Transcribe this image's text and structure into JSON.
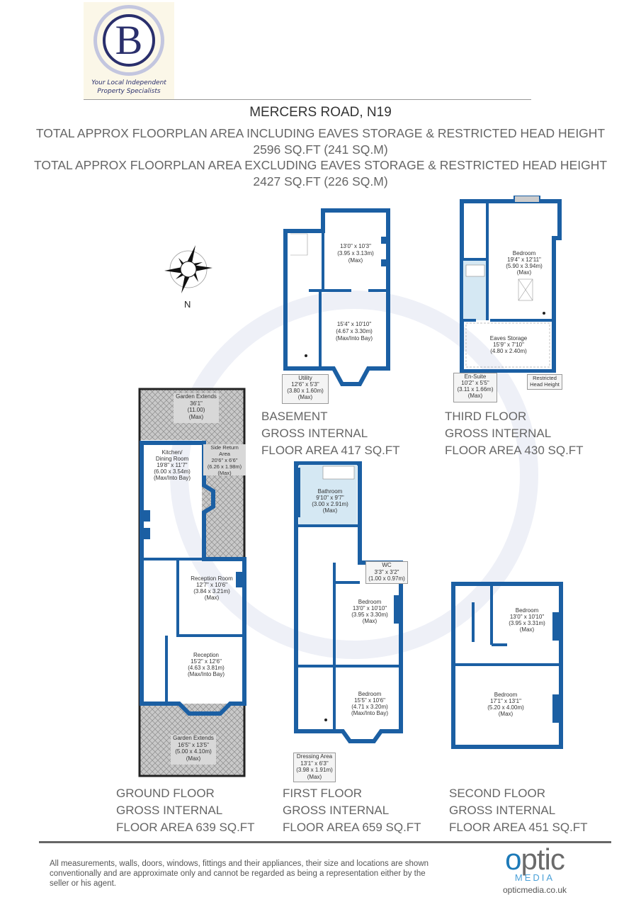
{
  "brand": {
    "logo_letter": "B",
    "tagline_line1": "Your Local Independent",
    "tagline_line2": "Property Specialists",
    "colors": {
      "navy": "#2a2f6c",
      "ring": "#c3c6df",
      "cream": "#fbf7e8"
    }
  },
  "header": {
    "title": "MERCERS ROAD, N19",
    "including_label": "TOTAL APPROX FLOORPLAN AREA INCLUDING EAVES STORAGE & RESTRICTED HEAD HEIGHT",
    "including_value": "2596 SQ.FT (241 SQ.M)",
    "excluding_label": "TOTAL APPROX FLOORPLAN AREA EXCLUDING EAVES STORAGE & RESTRICTED HEAD HEIGHT",
    "excluding_value": "2427 SQ.FT (226 SQ.M)"
  },
  "compass": {
    "north_label": "N"
  },
  "wall_color": "#1b5fa3",
  "floors": {
    "basement": {
      "line1": "BASEMENT",
      "line2": "GROSS INTERNAL",
      "line3": "FLOOR AREA 417 SQ.FT",
      "rooms": [
        {
          "name": "",
          "dims_imp": "13'0\" x 10'3\"",
          "dims_met": "(3.95 x 3.13m)",
          "note": "(Max)"
        },
        {
          "name": "",
          "dims_imp": "15'4\" x 10'10\"",
          "dims_met": "(4.67 x 3.30m)",
          "note": "(Max/Into Bay)"
        },
        {
          "name": "Utility",
          "dims_imp": "12'6\" x 5'3\"",
          "dims_met": "(3.80 x 1.60m)",
          "note": "(Max)"
        }
      ]
    },
    "third": {
      "line1": "THIRD FLOOR",
      "line2": "GROSS INTERNAL",
      "line3": "FLOOR AREA 430 SQ.FT",
      "rooms": [
        {
          "name": "Bedroom",
          "dims_imp": "19'4\" x 12'11\"",
          "dims_met": "(5.90 x 3.94m)",
          "note": "(Max)"
        },
        {
          "name": "Eaves Storage",
          "dims_imp": "15'9\" x 7'10\"",
          "dims_met": "(4.80 x 2.40m)",
          "note": ""
        },
        {
          "name": "En-Suite",
          "dims_imp": "10'2\" x 5'5\"",
          "dims_met": "(3.11 x 1.66m)",
          "note": "(Max)"
        },
        {
          "name": "Restricted",
          "dims_imp": "Head Height",
          "dims_met": "",
          "note": ""
        }
      ]
    },
    "ground": {
      "line1": "GROUND FLOOR",
      "line2": "GROSS INTERNAL",
      "line3": "FLOOR AREA 639 SQ.FT",
      "rooms": [
        {
          "name": "Garden Extends",
          "dims_imp": "36'1\"",
          "dims_met": "(11.00)",
          "note": "(Max)"
        },
        {
          "name": "Kitchen/",
          "name2": "Dining Room",
          "dims_imp": "19'8\" x 11'7\"",
          "dims_met": "(6.00 x 3.54m)",
          "note": "(Max/Into Bay)"
        },
        {
          "name": "Side Return",
          "name2": "Area",
          "dims_imp": "20'6\" x 6'6\"",
          "dims_met": "(6.26 x 1.98m)",
          "note": "(Max)"
        },
        {
          "name": "Reception Room",
          "dims_imp": "12'7\" x 10'6\"",
          "dims_met": "(3.84 x 3.21m)",
          "note": "(Max)"
        },
        {
          "name": "Reception",
          "dims_imp": "15'2\" x 12'6\"",
          "dims_met": "(4.63 x 3.81m)",
          "note": "(Max/Into Bay)"
        },
        {
          "name": "Garden Extends",
          "dims_imp": "16'5\" x 13'5\"",
          "dims_met": "(5.00 x 4.10m)",
          "note": "(Max)"
        }
      ]
    },
    "first": {
      "line1": "FIRST FLOOR",
      "line2": "GROSS INTERNAL",
      "line3": "FLOOR AREA 659 SQ.FT",
      "rooms": [
        {
          "name": "Bathroom",
          "dims_imp": "9'10\" x 9'7\"",
          "dims_met": "(3.00 x 2.91m)",
          "note": "(Max)"
        },
        {
          "name": "WC",
          "dims_imp": "3'3\" x 3'2\"",
          "dims_met": "(1.00 x 0.97m)",
          "note": ""
        },
        {
          "name": "Bedroom",
          "dims_imp": "13'0\" x 10'10\"",
          "dims_met": "(3.95 x 3.30m)",
          "note": "(Max)"
        },
        {
          "name": "Bedroom",
          "dims_imp": "15'5\" x 10'6\"",
          "dims_met": "(4.71 x 3.20m)",
          "note": "(Max/Into Bay)"
        },
        {
          "name": "Dressing Area",
          "dims_imp": "13'1\" x 6'3\"",
          "dims_met": "(3.98 x 1.91m)",
          "note": "(Max)"
        }
      ]
    },
    "second": {
      "line1": "SECOND FLOOR",
      "line2": "GROSS INTERNAL",
      "line3": "FLOOR AREA 451 SQ.FT",
      "rooms": [
        {
          "name": "Bedroom",
          "dims_imp": "13'0\" x 10'10\"",
          "dims_met": "(3.95 x 3.31m)",
          "note": "(Max)"
        },
        {
          "name": "Bedroom",
          "dims_imp": "17'1\" x 13'1\"",
          "dims_met": "(5.20 x 4.00m)",
          "note": "(Max)"
        }
      ]
    }
  },
  "footer": {
    "disclaimer": "All measurements, walls, doors, windows, fittings and their appliances, their size and locations are shown conventionally and are approximate only and cannot be regarded as being a representation either by the seller or his agent.",
    "optic_o": "o",
    "optic_rest": "ptic",
    "optic_media": "MEDIA",
    "optic_url": "opticmedia.co.uk"
  }
}
